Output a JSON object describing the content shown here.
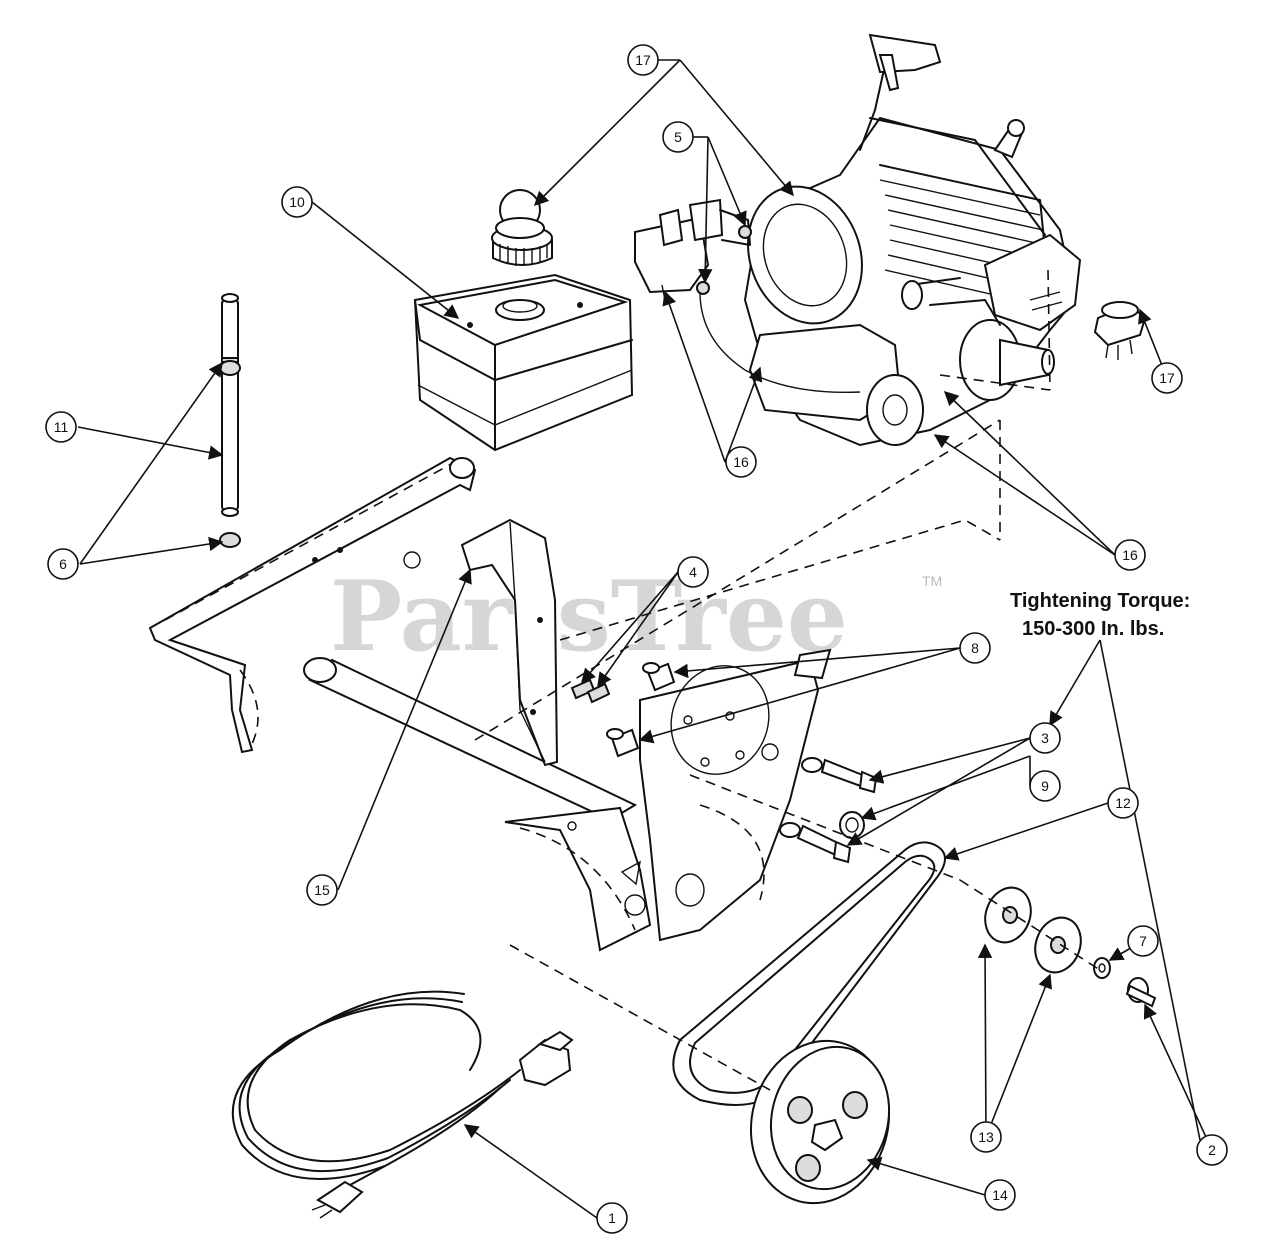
{
  "watermark": {
    "text": "PartsTree",
    "trademark": "TM"
  },
  "torque_note": {
    "line1": "Tightening Torque:",
    "line2": "150-300 In. lbs."
  },
  "callouts": [
    {
      "id": "c17a",
      "label": "17"
    },
    {
      "id": "c5",
      "label": "5"
    },
    {
      "id": "c10",
      "label": "10"
    },
    {
      "id": "c11",
      "label": "11"
    },
    {
      "id": "c6",
      "label": "6"
    },
    {
      "id": "c17b",
      "label": "17"
    },
    {
      "id": "c16a",
      "label": "16"
    },
    {
      "id": "c16b",
      "label": "16"
    },
    {
      "id": "c4",
      "label": "4"
    },
    {
      "id": "c8",
      "label": "8"
    },
    {
      "id": "c3",
      "label": "3"
    },
    {
      "id": "c9",
      "label": "9"
    },
    {
      "id": "c12",
      "label": "12"
    },
    {
      "id": "c15",
      "label": "15"
    },
    {
      "id": "c7",
      "label": "7"
    },
    {
      "id": "c13",
      "label": "13"
    },
    {
      "id": "c2",
      "label": "2"
    },
    {
      "id": "c14",
      "label": "14"
    },
    {
      "id": "c1",
      "label": "1"
    }
  ]
}
